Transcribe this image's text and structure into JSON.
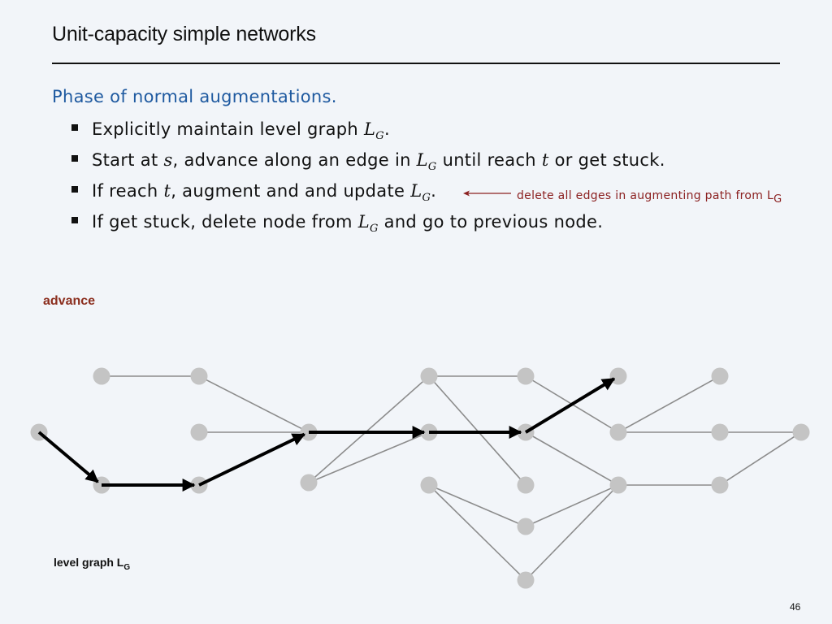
{
  "title": "Unit-capacity simple networks",
  "heading": "Phase of normal augmentations.",
  "bullets": [
    {
      "pre": "Explicitly maintain level graph ",
      "var": "L",
      "sub": "G",
      "post": "."
    },
    {
      "pre": "Start at ",
      "var1": "s",
      "mid1": ", advance along an edge in ",
      "var2": "L",
      "sub": "G",
      "mid2": " until reach ",
      "var3": "t",
      "post": " or get stuck."
    },
    {
      "pre": "If reach ",
      "var1": "t",
      "mid1": ", augment and and update ",
      "var2": "L",
      "sub": "G",
      "post": "."
    },
    {
      "pre": "If get stuck, delete node from ",
      "var": "L",
      "sub": "G",
      "post": " and go to previous node."
    }
  ],
  "annotation": {
    "text": "delete all edges in augmenting path from L",
    "sub": "G"
  },
  "advance_label": "advance",
  "level_graph_label": {
    "text": "level graph L",
    "sub": "G"
  },
  "page_number": "46",
  "colors": {
    "node": "#c4c4c4",
    "edge": "#8c8c8c",
    "path": "#000000",
    "heading": "#1f5aa0",
    "annotation": "#8b2020"
  }
}
